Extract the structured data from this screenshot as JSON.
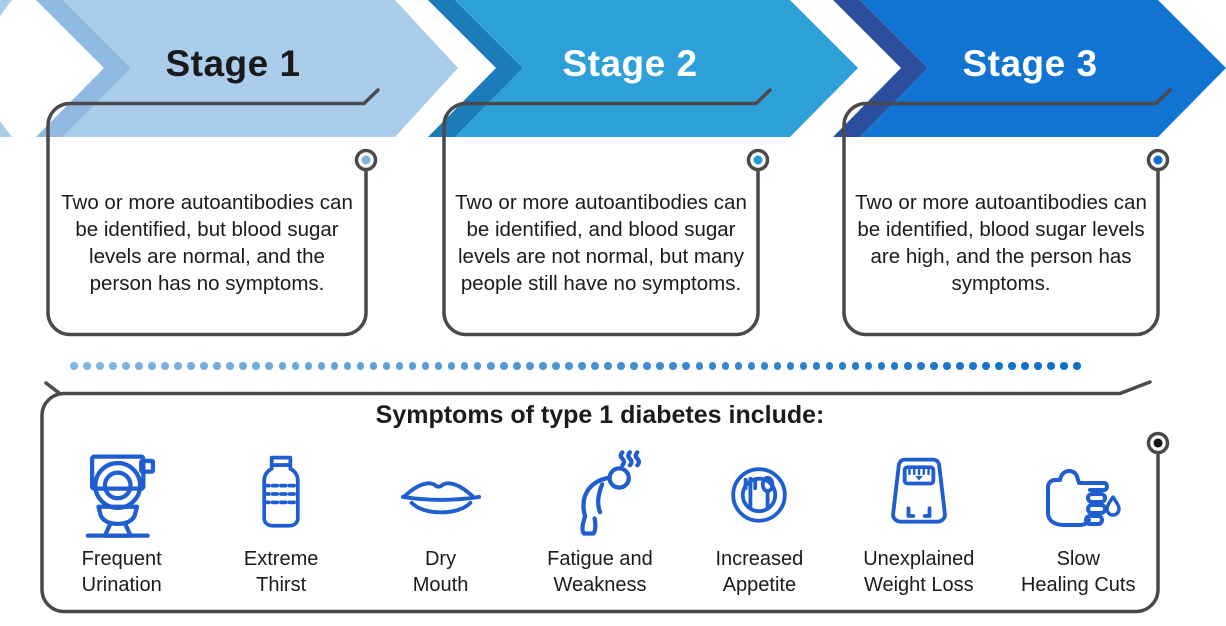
{
  "stages": [
    {
      "label": "Stage 1",
      "description": "Two or more autoantibodies can be identified, but blood sugar levels are normal, and the person has no symptoms.",
      "body_color": "#a9cdea",
      "chevron_color": "#8fb9e0",
      "label_color": "#1a1a1a",
      "dot_color": "#7fb3da"
    },
    {
      "label": "Stage 2",
      "description": "Two or more autoantibodies can be identified, and blood sugar levels are not normal, but many people still have no symptoms.",
      "body_color": "#2ea0d9",
      "chevron_color": "#1c7cba",
      "label_color": "#ffffff",
      "dot_color": "#1e9ad9"
    },
    {
      "label": "Stage 3",
      "description": "Two or more autoantibodies can be identified, blood sugar levels are high, and the person has symptoms.",
      "body_color": "#1173d2",
      "chevron_color": "#2b4f9e",
      "label_color": "#ffffff",
      "dot_color": "#0f6fd0"
    }
  ],
  "symptoms_panel": {
    "title": "Symptoms of type 1 diabetes include:",
    "dot_color": "#141414",
    "items": [
      {
        "icon": "toilet-icon",
        "line1": "Frequent",
        "line2": "Urination"
      },
      {
        "icon": "bottle-icon",
        "line1": "Extreme",
        "line2": "Thirst"
      },
      {
        "icon": "lips-icon",
        "line1": "Dry",
        "line2": "Mouth"
      },
      {
        "icon": "fatigue-icon",
        "line1": "Fatigue and",
        "line2": "Weakness"
      },
      {
        "icon": "plate-icon",
        "line1": "Increased",
        "line2": "Appetite"
      },
      {
        "icon": "scale-icon",
        "line1": "Unexplained",
        "line2": "Weight Loss"
      },
      {
        "icon": "hand-icon",
        "line1": "Slow",
        "line2": "Healing Cuts"
      }
    ]
  },
  "dotted_divider": {
    "count": 78,
    "start_color": "#84b7e1",
    "end_color": "#0d6ec6"
  },
  "colors": {
    "outline": "#4a4a4c",
    "icon_blue": "#1e5ed0",
    "text": "#1b1b1d"
  }
}
